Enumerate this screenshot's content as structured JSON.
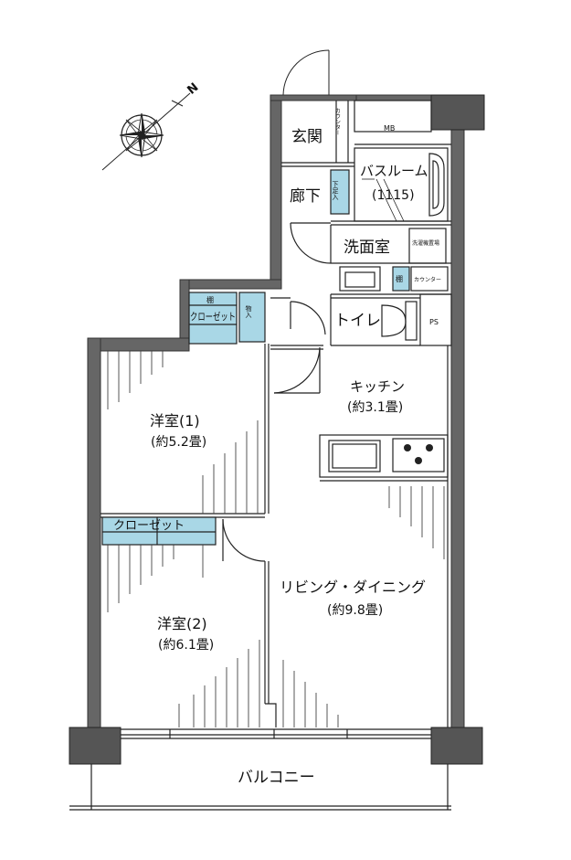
{
  "compass": {
    "north": "N"
  },
  "rooms": {
    "entrance": "玄関",
    "counter_entrance": "カウンター",
    "mb": "MB",
    "corridor": "廊下",
    "shoe_storage": "下足入",
    "bathroom": "バスルーム",
    "bath_size": "(1115)",
    "washroom": "洗面室",
    "washer_place": "洗濯機置場",
    "shelf_wash": "棚",
    "counter_wash": "カウンター",
    "storage": "物入",
    "toilet": "トイレ",
    "ps": "PS",
    "shelf_closet1": "棚",
    "closet1": "クローゼット",
    "kitchen": "キッチン",
    "kitchen_size": "(約3.1畳)",
    "western1": "洋室(1)",
    "western1_size": "(約5.2畳)",
    "closet2": "クローゼット",
    "western2": "洋室(2)",
    "western2_size": "(約6.1畳)",
    "living": "リビング・ダイニング",
    "living_size": "(約9.8畳)",
    "balcony": "バルコニー"
  },
  "colors": {
    "wall": "#666666",
    "wall_dark": "#444444",
    "storage_fill": "#a9d7e6",
    "line": "#222222"
  }
}
